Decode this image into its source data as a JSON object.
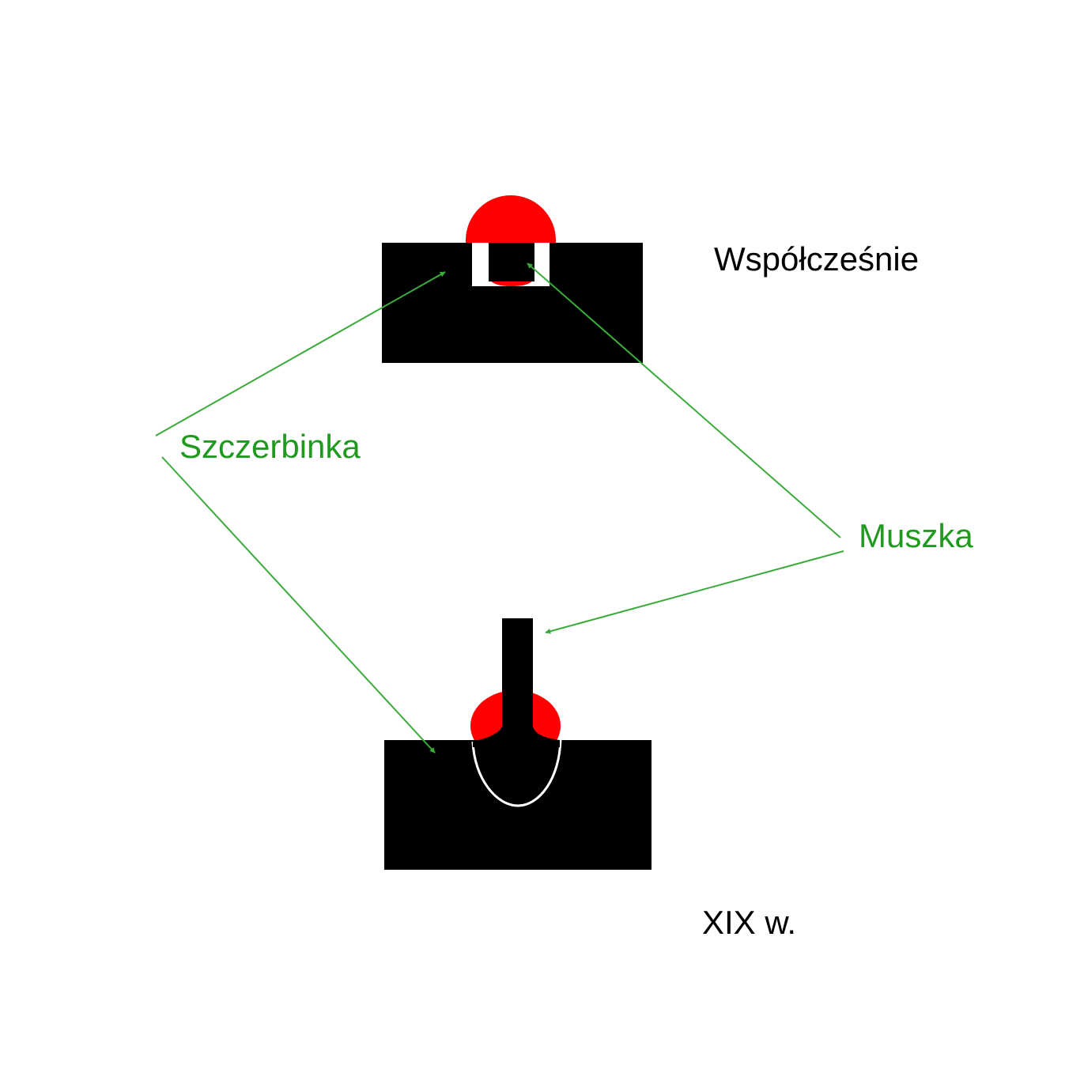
{
  "labels": {
    "modern": "Współcześnie",
    "nineteenth_century": "XIX w.",
    "rear_sight": "Szczerbinka",
    "front_sight": "Muszka"
  },
  "colors": {
    "background": "#ffffff",
    "sight_body": "#000000",
    "front_sight_bead": "#ff0000",
    "annotation": "#3aab3a",
    "annotation_text": "#1f9a1f",
    "caption_text": "#000000"
  }
}
